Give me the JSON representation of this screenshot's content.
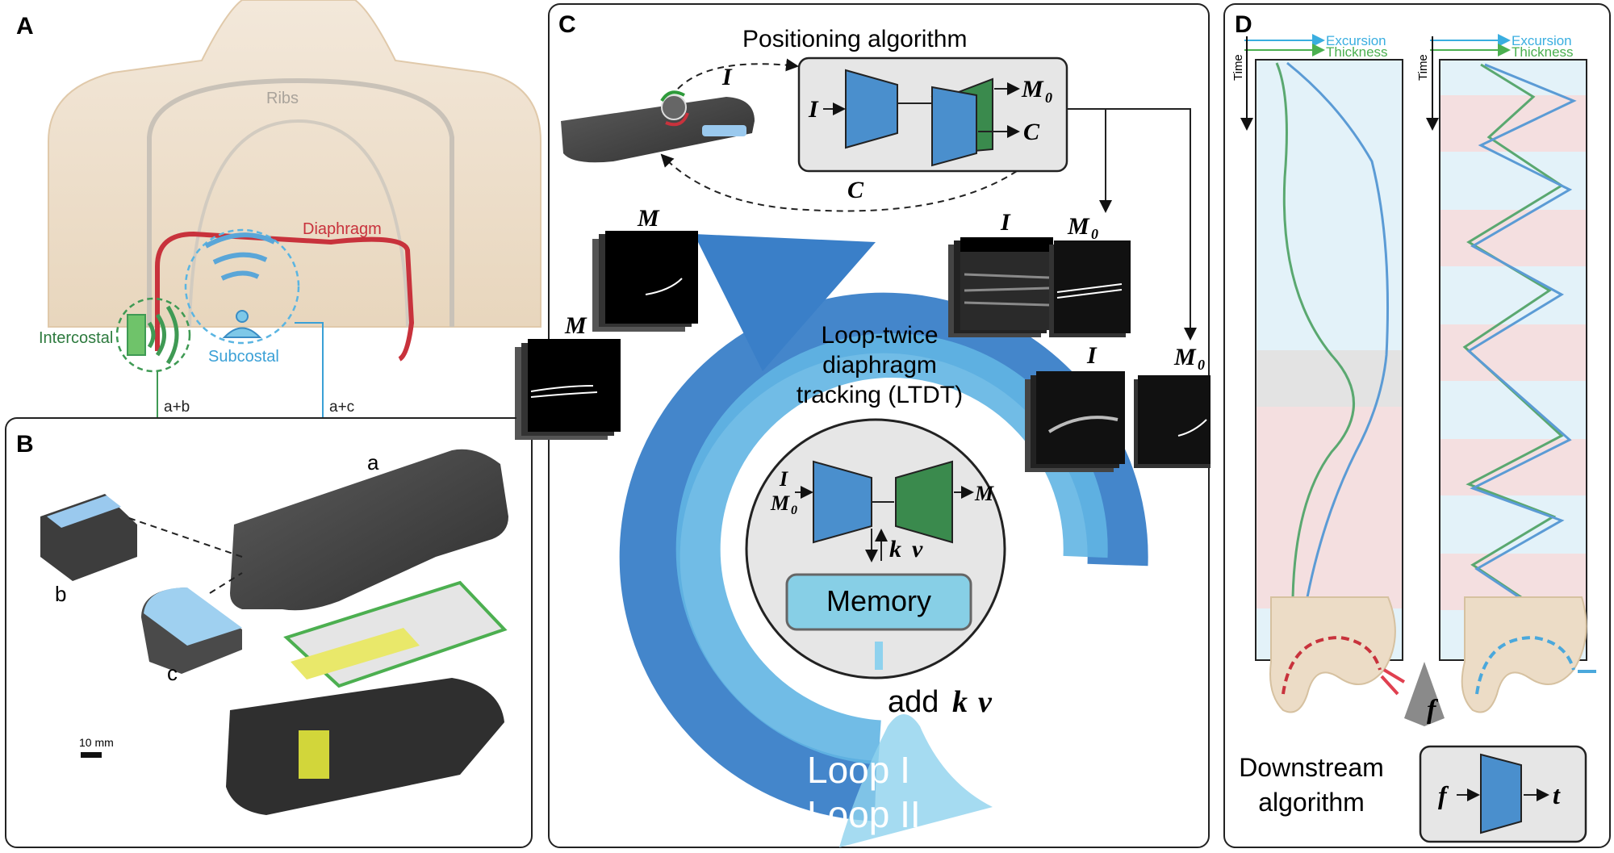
{
  "panels": {
    "a": {
      "letter": "A",
      "ribs": "Ribs",
      "diaphragm": "Diaphragm",
      "intercostal": "Intercostal",
      "subcostal": "Subcostal",
      "link_ab": "a+b",
      "link_ac": "a+c"
    },
    "b": {
      "letter": "B",
      "part_a": "a",
      "part_b": "b",
      "part_c": "c",
      "scale": "10 mm"
    },
    "c": {
      "letter": "C",
      "positioning_title": "Positioning algorithm",
      "sym_I": "I",
      "sym_M0": "M",
      "sym_M0_sub": "0",
      "sym_C": "C",
      "sym_Mhat": "M",
      "ltdt": [
        "Loop-twice",
        "diaphragm",
        "tracking (LTDT)"
      ],
      "kv": "k",
      "kv2": "v",
      "memory": "Memory",
      "add_label": "add",
      "loop1": "Loop I",
      "loop2": "Loop II"
    },
    "d": {
      "letter": "D",
      "time": "Time",
      "excursion": "Excursion",
      "thickness": "Thickness",
      "downstream": [
        "Downstream",
        "algorithm"
      ],
      "f": "f",
      "t": "t"
    }
  },
  "colors": {
    "blue": "#4a8fcd",
    "light_blue": "#7ec8e8",
    "green": "#3f9a54",
    "red": "#c8323c",
    "skin": "#ecdcc6",
    "memory": "#87cfe6"
  }
}
